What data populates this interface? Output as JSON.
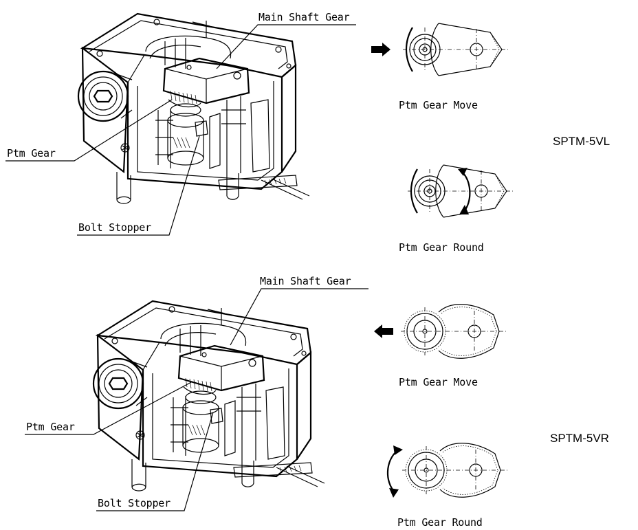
{
  "top": {
    "labels": {
      "main_shaft_gear": "Main Shaft Gear",
      "ptm_gear": "Ptm Gear",
      "bolt_stopper": "Bolt Stopper"
    },
    "steps": {
      "move": "Ptm Gear Move",
      "round": "Ptm Gear Round"
    },
    "model": "SPTM-5VL"
  },
  "bottom": {
    "labels": {
      "main_shaft_gear": "Main Shaft Gear",
      "ptm_gear": "Ptm Gear",
      "bolt_stopper": "Bolt Stopper"
    },
    "steps": {
      "move": "Ptm Gear Move",
      "round": "Ptm Gear Round"
    },
    "model": "SPTM-5VR"
  }
}
